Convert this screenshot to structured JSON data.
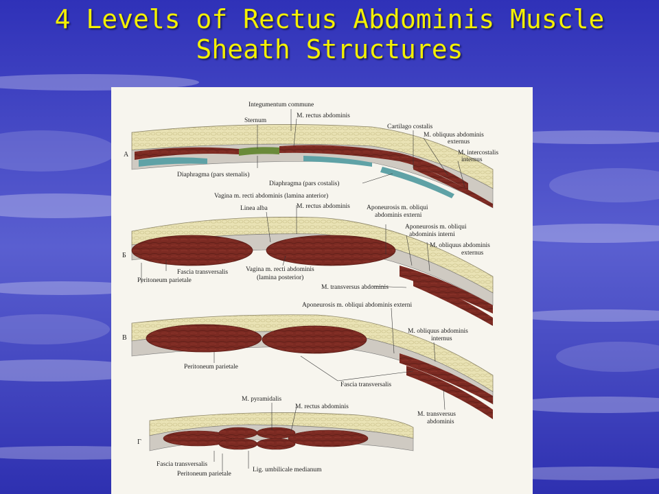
{
  "slide": {
    "title_line1": "4 Levels of Rectus Abdominis Muscle",
    "title_line2": "Sheath Structures"
  },
  "colors": {
    "title": "#f3f000",
    "background": "#3d3fbe",
    "muscle": "#7b2a22",
    "fat": "#e9e2b4",
    "fascia": "#c9c7c4",
    "diaphragm": "#5fa2a6"
  },
  "figure": {
    "panels": [
      {
        "letter": "A",
        "labels": [
          "Integumentum commune",
          "Sternum",
          "M. rectus abdominis",
          "Cartilago costalis",
          "M. obliquus abdominis",
          "externus",
          "M. intercostalis",
          "internus",
          "Diaphragma (pars sternalis)",
          "Diaphragma (pars costalis)"
        ]
      },
      {
        "letter": "Б",
        "labels": [
          "Vagina m. recti abdominis (lamina anterior)",
          "Linea alba",
          "M. rectus abdominis",
          "Aponeurosis m. obliqui",
          "abdominis externi",
          "Aponeurosis m. obliqui",
          "abdominis interni",
          "M. obliquus abdominis",
          "externus",
          "Fascia transversalis",
          "Vagina m. recti abdominis",
          "(lamina posterior)",
          "Peritoneum parietale",
          "M. transversus abdominis"
        ]
      },
      {
        "letter": "В",
        "labels": [
          "Aponeurosis m. obliqui abdominis externi",
          "M. obliquus abdominis",
          "internus",
          "Peritoneum parietale",
          "Fascia transversalis",
          "M. transversus",
          "abdominis"
        ]
      },
      {
        "letter": "Г",
        "labels": [
          "M. pyramidalis",
          "M. rectus abdominis",
          "Fascia transversalis",
          "Peritoneum parietale",
          "Lig. umbilicale medianum"
        ]
      }
    ]
  }
}
